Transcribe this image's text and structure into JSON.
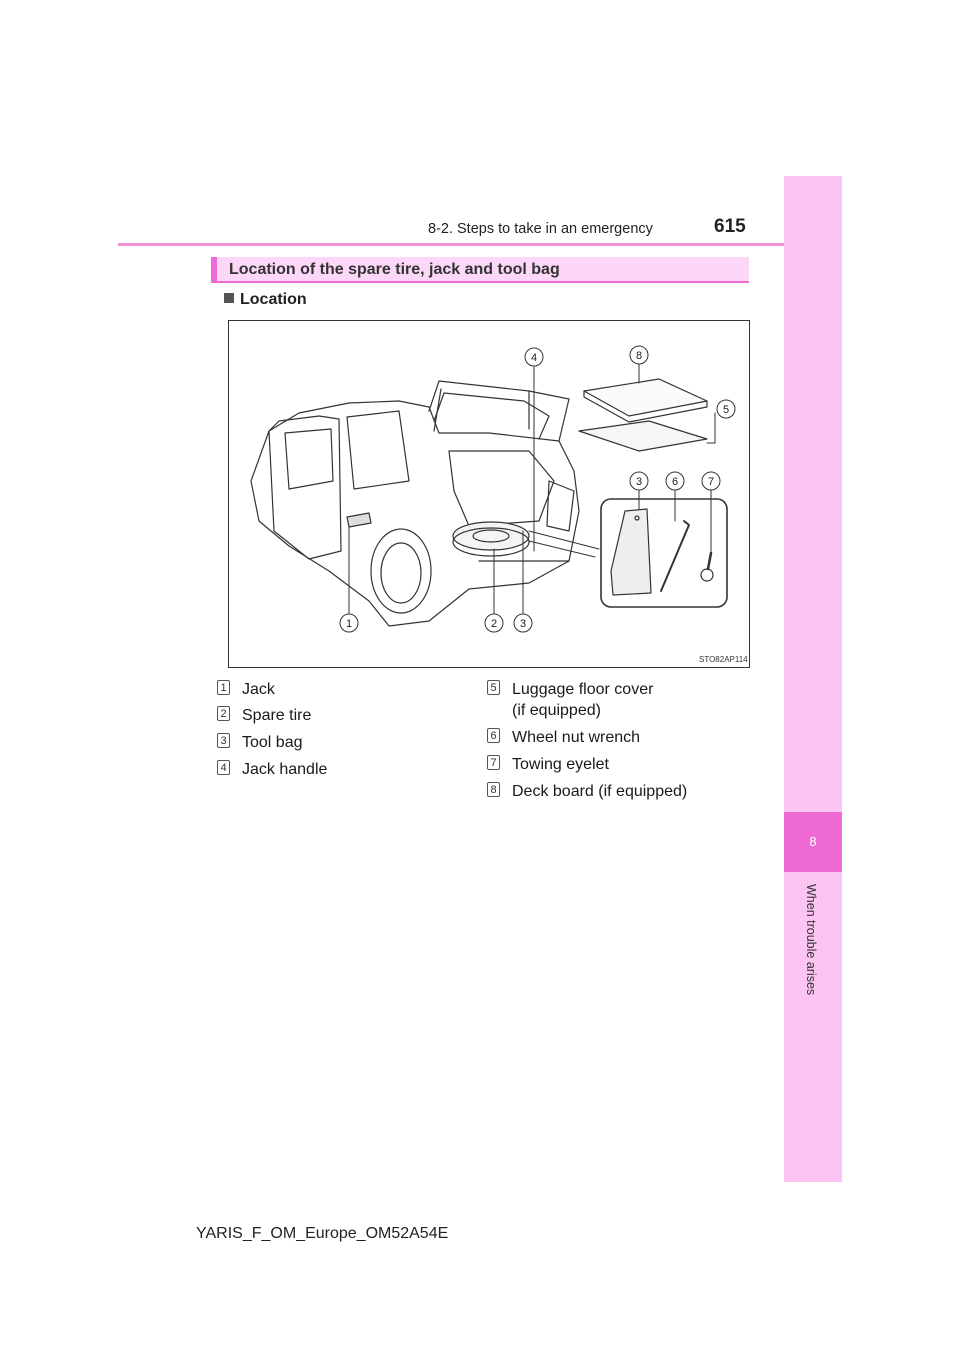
{
  "header": {
    "section": "8-2. Steps to take in an emergency",
    "page_number": "615"
  },
  "side_tab": {
    "chapter_number": "8",
    "chapter_title": "When trouble arises"
  },
  "section_title": "Location of the spare tire, jack and tool bag",
  "subheading": "Location",
  "figure": {
    "code": "STO82AP114",
    "callouts": [
      "1",
      "2",
      "3",
      "3",
      "4",
      "5",
      "6",
      "7",
      "8"
    ]
  },
  "legend": {
    "left": [
      {
        "num": "1",
        "text": "Jack"
      },
      {
        "num": "2",
        "text": "Spare tire"
      },
      {
        "num": "3",
        "text": "Tool bag"
      },
      {
        "num": "4",
        "text": "Jack handle"
      }
    ],
    "right": [
      {
        "num": "5",
        "text": "Luggage floor cover",
        "text2": "(if equipped)"
      },
      {
        "num": "6",
        "text": "Wheel nut wrench"
      },
      {
        "num": "7",
        "text": "Towing eyelet"
      },
      {
        "num": "8",
        "text": "Deck board (if equipped)"
      }
    ]
  },
  "footer": "YARIS_F_OM_Europe_OM52A54E"
}
